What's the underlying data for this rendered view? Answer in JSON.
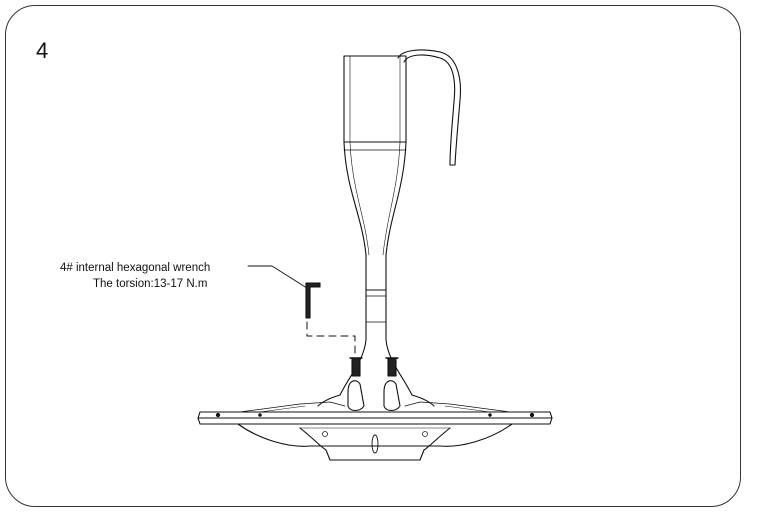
{
  "step_number": "4",
  "callout": {
    "tool_label": "4# internal hexagonal wrench",
    "torque_label": "The torsion:13-17 N.m"
  }
}
